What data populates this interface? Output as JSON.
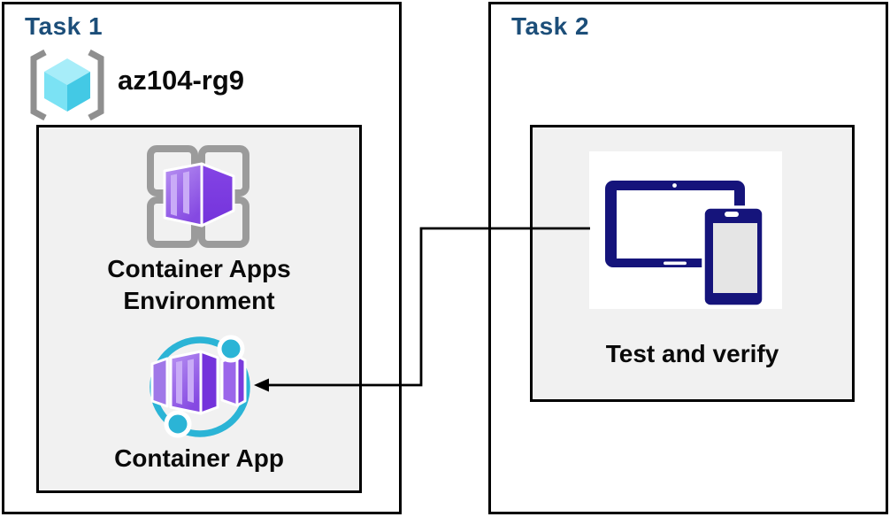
{
  "task1": {
    "title": "Task 1",
    "resource_group": {
      "icon": "resource-group-icon",
      "name": "az104-rg9"
    },
    "environment": {
      "icon": "container-apps-environment-icon",
      "label": "Container Apps Environment"
    },
    "container_app": {
      "icon": "container-app-icon",
      "label": "Container App"
    }
  },
  "task2": {
    "title": "Task 2",
    "test": {
      "icon": "tablet-phone-devices-icon",
      "label": "Test and verify"
    }
  },
  "connector": {
    "type": "elbow-arrow",
    "from": "tablet-phone-devices-icon",
    "to": "container-app-icon"
  },
  "colors": {
    "task_title": "#1C4E79",
    "label_text": "#0A0A0A",
    "box_border": "#000000",
    "inner_box_fill": "#F1F1F1",
    "icon_plate_fill": "#FFFFFF",
    "device_navy": "#15147B",
    "device_screen_gray": "#E5E5E5",
    "ring_cyan": "#2BB4D6",
    "cube_cyan_top": "#A7EDF9",
    "cube_cyan_left": "#7BE2F4",
    "cube_cyan_right": "#43C9E5",
    "bracket_gray": "#8F8F8F",
    "frame_gray": "#9B9B9B",
    "purple_light": "#B993F2",
    "purple_mid": "#8549E2",
    "purple_dark": "#7433DB",
    "purple_stripe": "#C9ABF7",
    "connector_line": "#000000"
  }
}
